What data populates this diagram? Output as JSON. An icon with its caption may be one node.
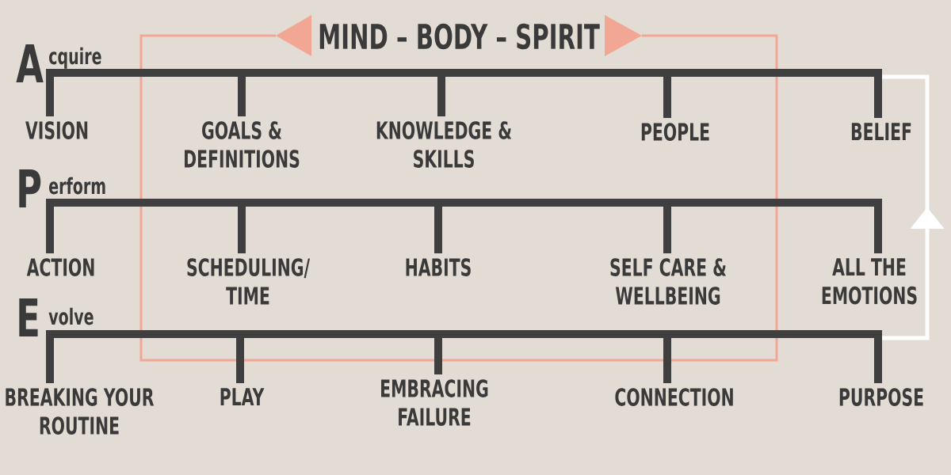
{
  "diagram": {
    "nodes": [
      {
        "text": [
          "MIND – BODY – SPIRIT"
        ]
      },
      {
        "text": [],
        "shape": "bar"
      },
      {
        "text": [
          "VISION"
        ]
      },
      {
        "text": [
          "GOALS & DEFINITIONS"
        ],
        "in": 0
      },
      {
        "text": [
          "KNOWLEDGE & SKILLS"
        ],
        "in": 0
      },
      {
        "text": [
          "PEOPLE"
        ],
        "in": 0
      },
      {
        "text": [
          "BELIEF"
        ]
      },
      {
        "text": [],
        "shape": "bar"
      },
      {
        "text": [
          "ACTION"
        ]
      },
      {
        "text": [
          "SCHEDULING/ TIME"
        ],
        "in": 0
      },
      {
        "text": [
          "HABITS"
        ],
        "in": 0
      },
      {
        "text": [
          "SELF CARE & WELLBEING"
        ],
        "in": 0
      },
      {
        "text": [
          "ALL THE EMOTIONS"
        ]
      },
      {
        "text": [],
        "shape": "bar"
      },
      {
        "text": [
          "BREAKING YOUR ROUTINE"
        ]
      },
      {
        "text": [
          "PLAY"
        ]
      },
      {
        "text": [
          "EMBRACING FAILURE"
        ]
      },
      {
        "text": [
          "CONNECTION"
        ]
      },
      {
        "text": [
          "PURPOSE"
        ]
      }
    ],
    "edges": [
      {
        "from": 1,
        "to": 2,
        "arrow": "none"
      },
      {
        "from": 1,
        "to": 3,
        "arrow": "none"
      },
      {
        "from": 1,
        "to": 4,
        "arrow": "none"
      },
      {
        "from": 1,
        "to": 5,
        "arrow": "none"
      },
      {
        "from": 1,
        "to": 6,
        "arrow": "none"
      },
      {
        "from": 7,
        "to": 8,
        "arrow": "none"
      },
      {
        "from": 7,
        "to": 9,
        "arrow": "none"
      },
      {
        "from": 7,
        "to": 10,
        "arrow": "none"
      },
      {
        "from": 7,
        "to": 11,
        "arrow": "none"
      },
      {
        "from": 7,
        "to": 12,
        "arrow": "none"
      },
      {
        "from": 13,
        "to": 14,
        "arrow": "none"
      },
      {
        "from": 13,
        "to": 15,
        "arrow": "none"
      },
      {
        "from": 13,
        "to": 16,
        "arrow": "none"
      },
      {
        "from": 13,
        "to": 17,
        "arrow": "none"
      },
      {
        "from": 13,
        "to": 18,
        "arrow": "none"
      },
      {
        "from": 13,
        "to": 1,
        "arrow": "to",
        "color": "#ffffff"
      }
    ],
    "labels": [
      "A",
      "cquire",
      "P",
      "erform",
      "E",
      "volve"
    ]
  }
}
